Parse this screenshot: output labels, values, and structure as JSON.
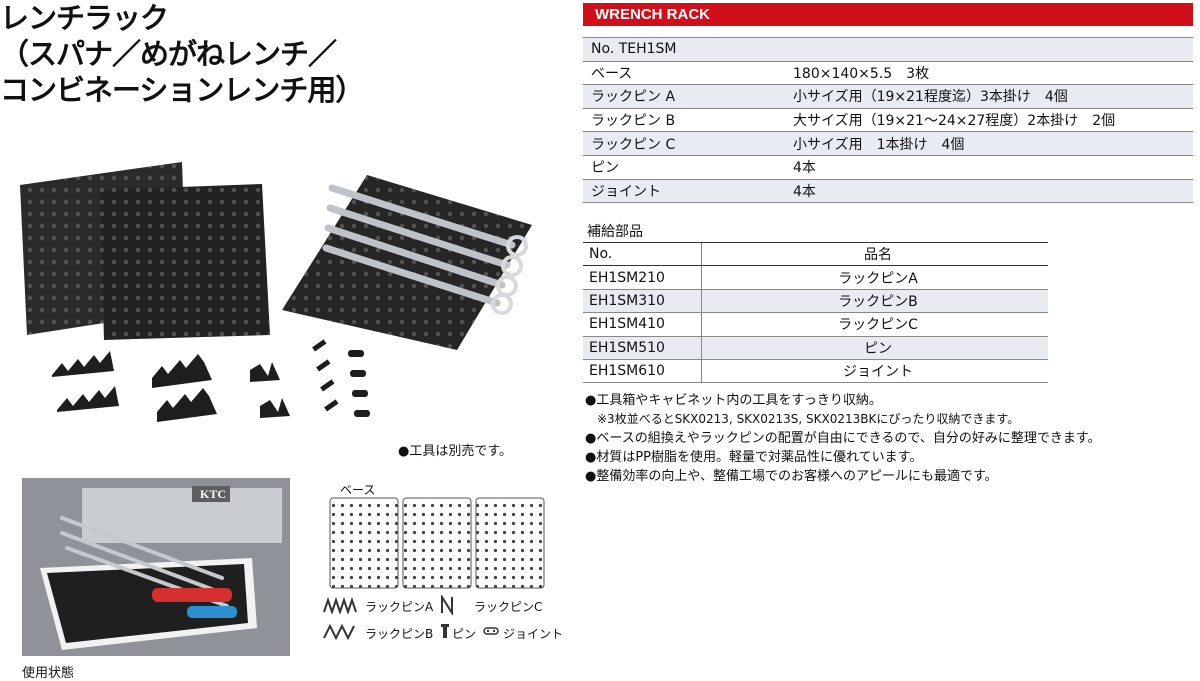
{
  "title": {
    "line1": "レンチラック",
    "line2": "（スパナ／めがねレンチ／",
    "line3": "コンビネーションレンチ用）"
  },
  "banner": "WRENCH RACK",
  "spec": {
    "header": "No. TEH1SM",
    "rows": [
      {
        "label": "ベース",
        "value": "180×140×5.5　3枚"
      },
      {
        "label": "ラックピン A",
        "value": "小サイズ用（19×21程度迄）3本掛け　4個"
      },
      {
        "label": "ラックピン B",
        "value": "大サイズ用（19×21～24×27程度）2本掛け　2個"
      },
      {
        "label": "ラックピン C",
        "value": "小サイズ用　1本掛け　4個"
      },
      {
        "label": "ピン",
        "value": "4本"
      },
      {
        "label": "ジョイント",
        "value": "4本"
      }
    ]
  },
  "parts": {
    "heading": "補給部品",
    "col_no": "No.",
    "col_name": "品名",
    "rows": [
      {
        "no": "EH1SM210",
        "name": "ラックピンA"
      },
      {
        "no": "EH1SM310",
        "name": "ラックピンB"
      },
      {
        "no": "EH1SM410",
        "name": "ラックピンC"
      },
      {
        "no": "EH1SM510",
        "name": "ピン"
      },
      {
        "no": "EH1SM610",
        "name": "ジョイント"
      }
    ]
  },
  "notes": [
    "●工具箱やキャビネット内の工具をすっきり収納。",
    "　※3枚並べるとSKX0213, SKX0213S, SKX0213BKにぴったり収納できます。",
    "●ベースの組換えやラックピンの配置が自由にできるので、自分の好みに整理できます。",
    "●材質はPP樹脂を使用。軽量で対薬品性に優れています。",
    "●整備効率の向上や、整備工場でのお客様へのアピールにも最適です。"
  ],
  "tools_note": "●工具は別売です。",
  "photo_caption": "使用状態",
  "photo_logo": "KTC",
  "diagram": {
    "base_label": "ベース",
    "legend": {
      "rack_a": "ラックピンA",
      "rack_b": "ラックピンB",
      "rack_c": "ラックピンC",
      "pin": "ピン",
      "joint": "ジョイント"
    }
  },
  "colors": {
    "banner_red": "#d00f1a",
    "row_shade": "#e8ecf2",
    "rack_black": "#2a2a2a"
  }
}
